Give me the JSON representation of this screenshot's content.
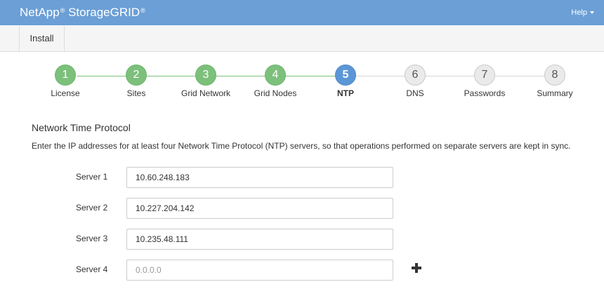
{
  "header": {
    "brand_name": "NetApp",
    "brand_reg": "®",
    "product_name": "StorageGRID",
    "product_reg": "®",
    "help_label": "Help"
  },
  "tabs": [
    {
      "label": "Install"
    }
  ],
  "steps": [
    {
      "number": "1",
      "label": "License",
      "state": "done"
    },
    {
      "number": "2",
      "label": "Sites",
      "state": "done"
    },
    {
      "number": "3",
      "label": "Grid Network",
      "state": "done"
    },
    {
      "number": "4",
      "label": "Grid Nodes",
      "state": "done"
    },
    {
      "number": "5",
      "label": "NTP",
      "state": "active"
    },
    {
      "number": "6",
      "label": "DNS",
      "state": "todo"
    },
    {
      "number": "7",
      "label": "Passwords",
      "state": "todo"
    },
    {
      "number": "8",
      "label": "Summary",
      "state": "todo"
    }
  ],
  "ntp": {
    "title": "Network Time Protocol",
    "description": "Enter the IP addresses for at least four Network Time Protocol (NTP) servers, so that operations performed on separate servers are kept in sync.",
    "servers": [
      {
        "label": "Server 1",
        "value": "10.60.248.183",
        "placeholder": ""
      },
      {
        "label": "Server 2",
        "value": "10.227.204.142",
        "placeholder": ""
      },
      {
        "label": "Server 3",
        "value": "10.235.48.111",
        "placeholder": ""
      },
      {
        "label": "Server 4",
        "value": "",
        "placeholder": "0.0.0.0"
      }
    ]
  },
  "colors": {
    "header_bg": "#6b9fd6",
    "step_done": "#7cc07c",
    "step_active": "#5b97d6",
    "step_todo": "#eaeaea"
  },
  "icons": {
    "add_server": "plus-icon",
    "help_menu": "caret-down-icon"
  }
}
